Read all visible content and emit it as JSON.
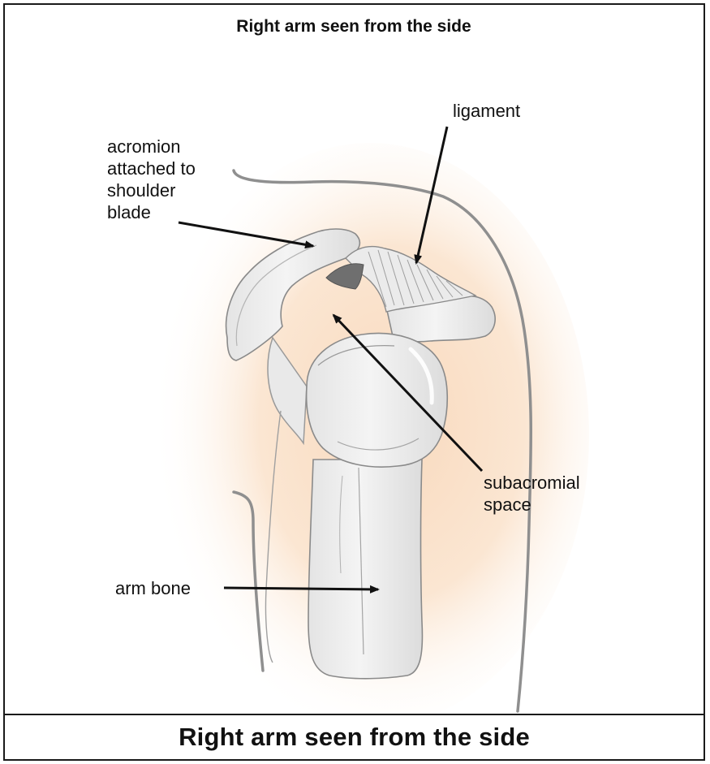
{
  "diagram": {
    "title": "Right arm seen from the side",
    "caption": "Right arm seen from the side",
    "labels": {
      "acromion": [
        "acromion",
        "attached to",
        "shoulder",
        "blade"
      ],
      "ligament": "ligament",
      "subacromial": [
        "subacromial",
        "space"
      ],
      "arm_bone": "arm bone"
    }
  }
}
